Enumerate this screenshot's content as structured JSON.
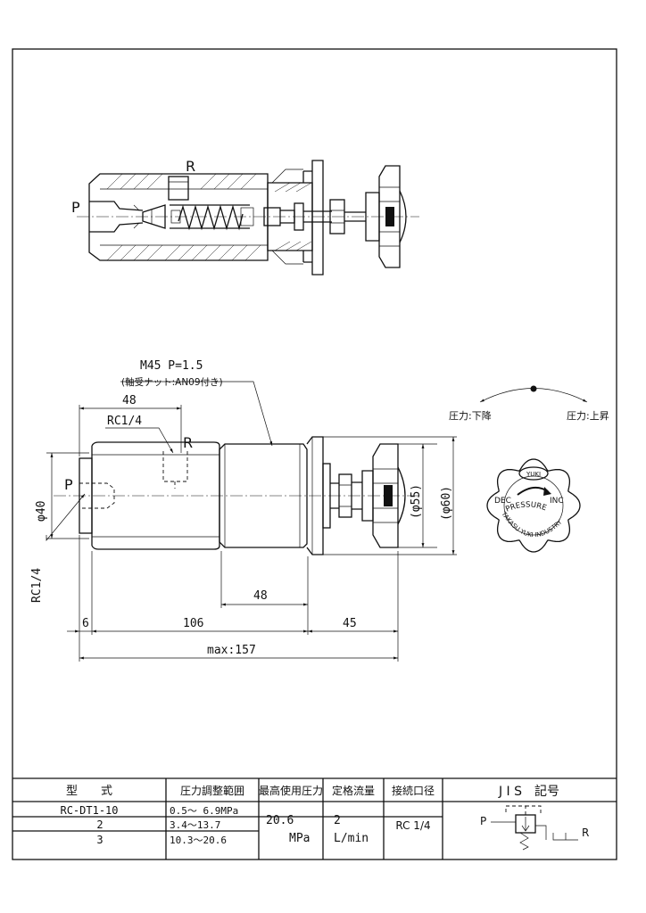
{
  "drawing": {
    "section_view": {
      "port_p": "P",
      "port_r": "R"
    },
    "outline_view": {
      "thread_spec": "M45  P=1.5",
      "thread_note": "(軸受ナット:AN09付き)",
      "port_p": "P",
      "port_r": "R",
      "dim_48_top": "48",
      "dim_rc_top": "RC1/4",
      "dim_phi40": "φ40",
      "dim_rc_left": "RC1/4",
      "dim_48_bottom": "48",
      "dim_6": "6",
      "dim_106": "106",
      "dim_45": "45",
      "dim_max": "max:157",
      "dim_phi55": "(φ55)",
      "dim_phi60": "(φ60)"
    },
    "knob_view": {
      "label_decrease": "圧力:下降",
      "label_increase": "圧力:上昇",
      "brand_badge": "YUKI",
      "dec": "DEC",
      "inc": "INC",
      "ring_text_1": "PRESSURE",
      "ring_text_2": "TAKASU YUKI INDUSTRY"
    }
  },
  "spec_table": {
    "headers": [
      "型　　式",
      "圧力調整範囲",
      "最高使用圧力",
      "定格流量",
      "接続口径",
      "J I S　記号"
    ],
    "rows": [
      {
        "model": "RC-DT1-10",
        "range": "0.5～ 6.9MPa"
      },
      {
        "model": "2",
        "range": "3.4～13.7"
      },
      {
        "model": "3",
        "range": "10.3～20.6"
      }
    ],
    "max_pressure_value": "20.6",
    "max_pressure_unit": "MPa",
    "rated_flow_value": "2",
    "rated_flow_unit": "L/min",
    "port_size": "RC 1/4",
    "jis_p": "P",
    "jis_r": "R"
  }
}
